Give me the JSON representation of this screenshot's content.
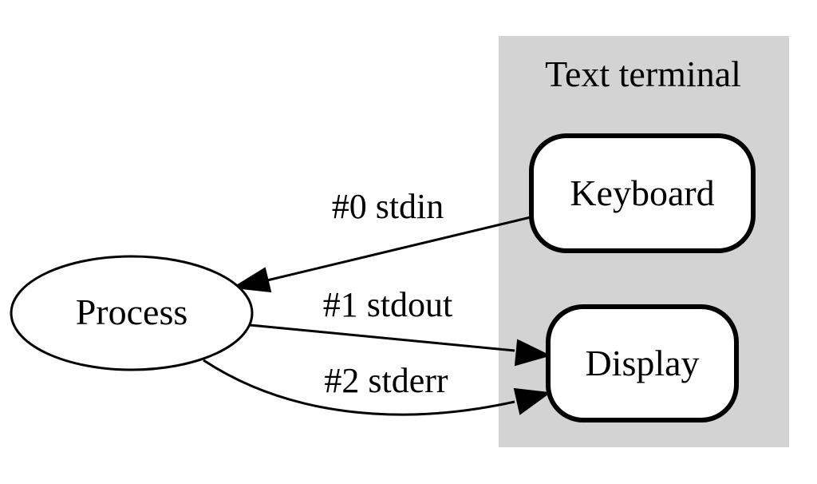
{
  "diagram": {
    "cluster": {
      "label": "Text terminal",
      "fill": "#d3d3d3"
    },
    "nodes": {
      "process": {
        "label": "Process",
        "shape": "ellipse"
      },
      "keyboard": {
        "label": "Keyboard",
        "shape": "rounded-box"
      },
      "display": {
        "label": "Display",
        "shape": "rounded-box"
      }
    },
    "edges": [
      {
        "from": "keyboard",
        "to": "process",
        "label": "#0 stdin"
      },
      {
        "from": "process",
        "to": "display",
        "label": "#1 stdout"
      },
      {
        "from": "process",
        "to": "display",
        "label": "#2 stderr"
      }
    ]
  }
}
